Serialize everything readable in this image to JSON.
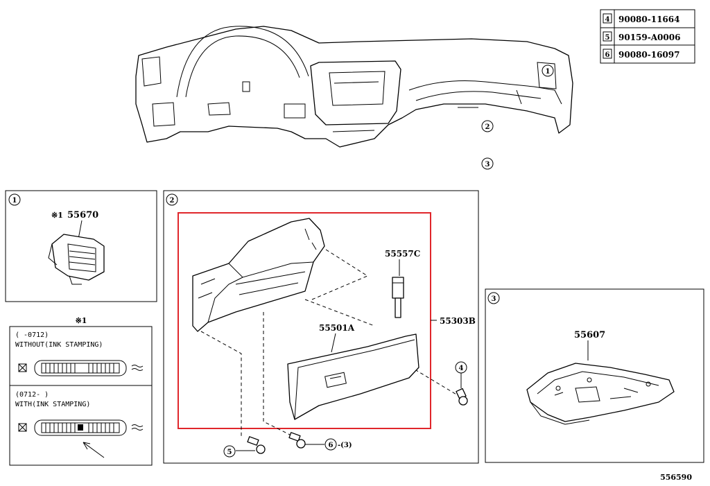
{
  "legend": [
    {
      "num": "4",
      "part": "90080-11664"
    },
    {
      "num": "5",
      "part": "90159-A0006"
    },
    {
      "num": "6",
      "part": "90080-16097"
    }
  ],
  "overview": {
    "callout1": "1",
    "callout2": "2",
    "callout3": "3"
  },
  "panel1": {
    "num": "1",
    "note_mark": "※1",
    "part": "55670"
  },
  "note": {
    "title": "※1",
    "row1_period": "(     -0712)",
    "row1_text": "WITHOUT(INK STAMPING)",
    "row2_period": "(0712-      )",
    "row2_text": "WITH(INK STAMPING)"
  },
  "panel2": {
    "num": "2",
    "part_55557c": "55557C",
    "part_55501a": "55501A",
    "part_55303b": "55303B",
    "callout4": "4",
    "callout5": "5",
    "callout6": "6",
    "qty6": "-(3)"
  },
  "panel3": {
    "num": "3",
    "part": "55607"
  },
  "diagram_id": "556590",
  "colors": {
    "highlight": "#e0262b",
    "line": "#000000",
    "background": "#ffffff"
  }
}
